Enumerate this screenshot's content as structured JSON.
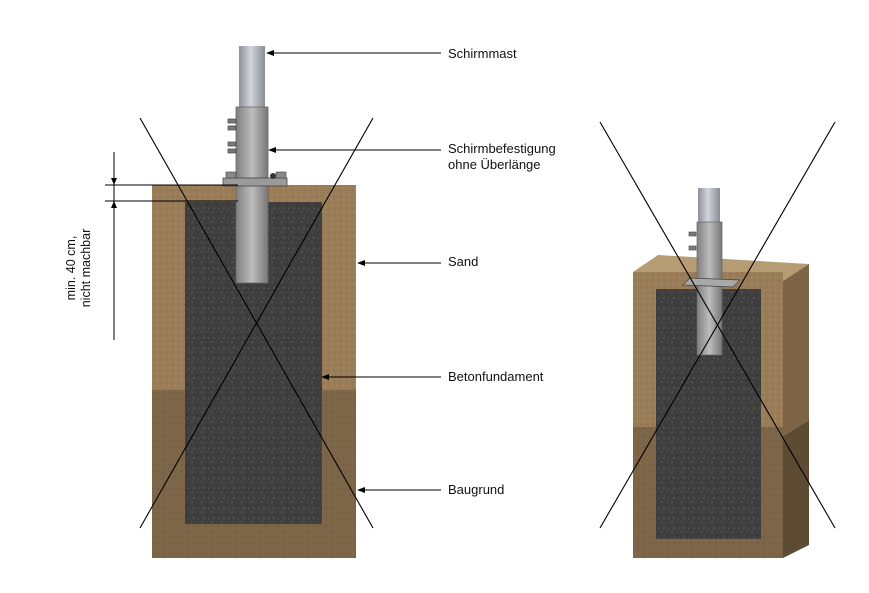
{
  "labels": {
    "schirmmast": "Schirmmast",
    "schirmbefestigung_line1": "Schirmbefestigung",
    "schirmbefestigung_line2": "ohne Überlänge",
    "sand": "Sand",
    "betonfundament": "Betonfundament",
    "baugrund": "Baugrund"
  },
  "dimension": {
    "line1": "min. 40 cm,",
    "line2": "nicht machbar"
  },
  "colors": {
    "sand": "#9a7d58",
    "baugrund": "#7d6547",
    "concrete": "#3f3f3f",
    "pole": "#b8bac2",
    "sleeve": "#9c9c9c"
  }
}
